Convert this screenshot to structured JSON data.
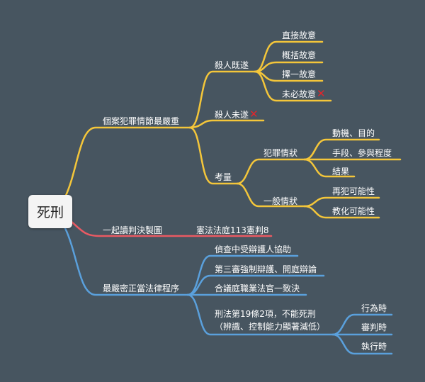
{
  "root": "死刑",
  "branches": {
    "severity": {
      "label": "個案犯罪情節最嚴重",
      "color": "#f4c63a",
      "murder_completed": {
        "label": "殺人既遂",
        "items": [
          "直接故意",
          "概括故意",
          "擇一故意",
          "未必故意"
        ],
        "excluded_marker": "✕"
      },
      "murder_attempted": {
        "label": "殺人未遂",
        "excluded_marker": "✕"
      },
      "consideration": {
        "label": "考量",
        "crime_circumstances": {
          "label": "犯罪情狀",
          "items": [
            "動機、目的",
            "手段、參與程度",
            "結果"
          ]
        },
        "general_circumstances": {
          "label": "一般情狀",
          "items": [
            "再犯可能性",
            "教化可能性"
          ]
        }
      }
    },
    "reading": {
      "label": "一起讀判決製圖",
      "color": "#e95a63",
      "source": "憲法法庭113憲判8"
    },
    "procedure": {
      "label": "最嚴密正當法律程序",
      "color": "#5aa0dc",
      "items": [
        "偵查中受辯護人協助",
        "第三審強制辯護、開庭辯論",
        "合議庭職業法官一致決"
      ],
      "article": {
        "line1": "刑法第19條2項，不能死刑",
        "line2": "（辨識、控制能力顯著減低）",
        "items": [
          "行為時",
          "審判時",
          "執行時"
        ]
      }
    }
  }
}
